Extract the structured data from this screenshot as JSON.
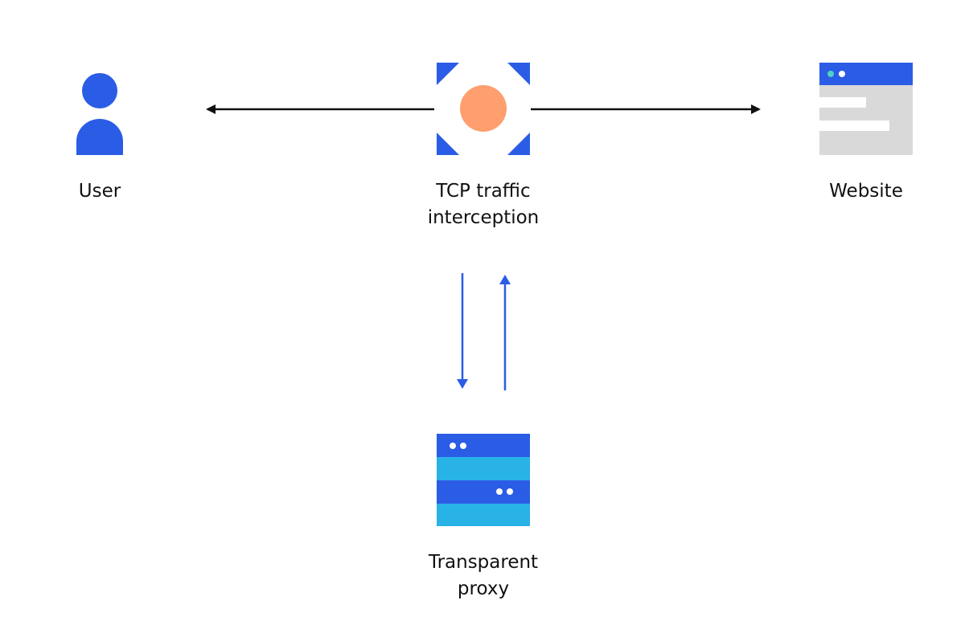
{
  "nodes": {
    "user": {
      "label": "User"
    },
    "interceptor": {
      "label_lines": [
        "TCP traffic",
        "interception"
      ]
    },
    "website": {
      "label": "Website"
    },
    "proxy": {
      "label_lines": [
        "Transparent",
        "proxy"
      ]
    }
  },
  "edges": [
    {
      "from": "interceptor",
      "to": "user"
    },
    {
      "from": "interceptor",
      "to": "website"
    },
    {
      "from": "interceptor",
      "to": "proxy"
    },
    {
      "from": "proxy",
      "to": "interceptor"
    }
  ],
  "colors": {
    "primary_blue": "#2b5ce6",
    "light_blue": "#29b2e6",
    "orange": "#ff9e6e",
    "gray": "#d9d9d9",
    "teal_dot": "#4fd1c5",
    "white": "#ffffff",
    "arrow_black": "#111111",
    "text": "#111111"
  },
  "icons": {
    "user": "person-icon",
    "interceptor": "interception-target-icon",
    "website": "browser-window-icon",
    "proxy": "server-stack-icon"
  }
}
